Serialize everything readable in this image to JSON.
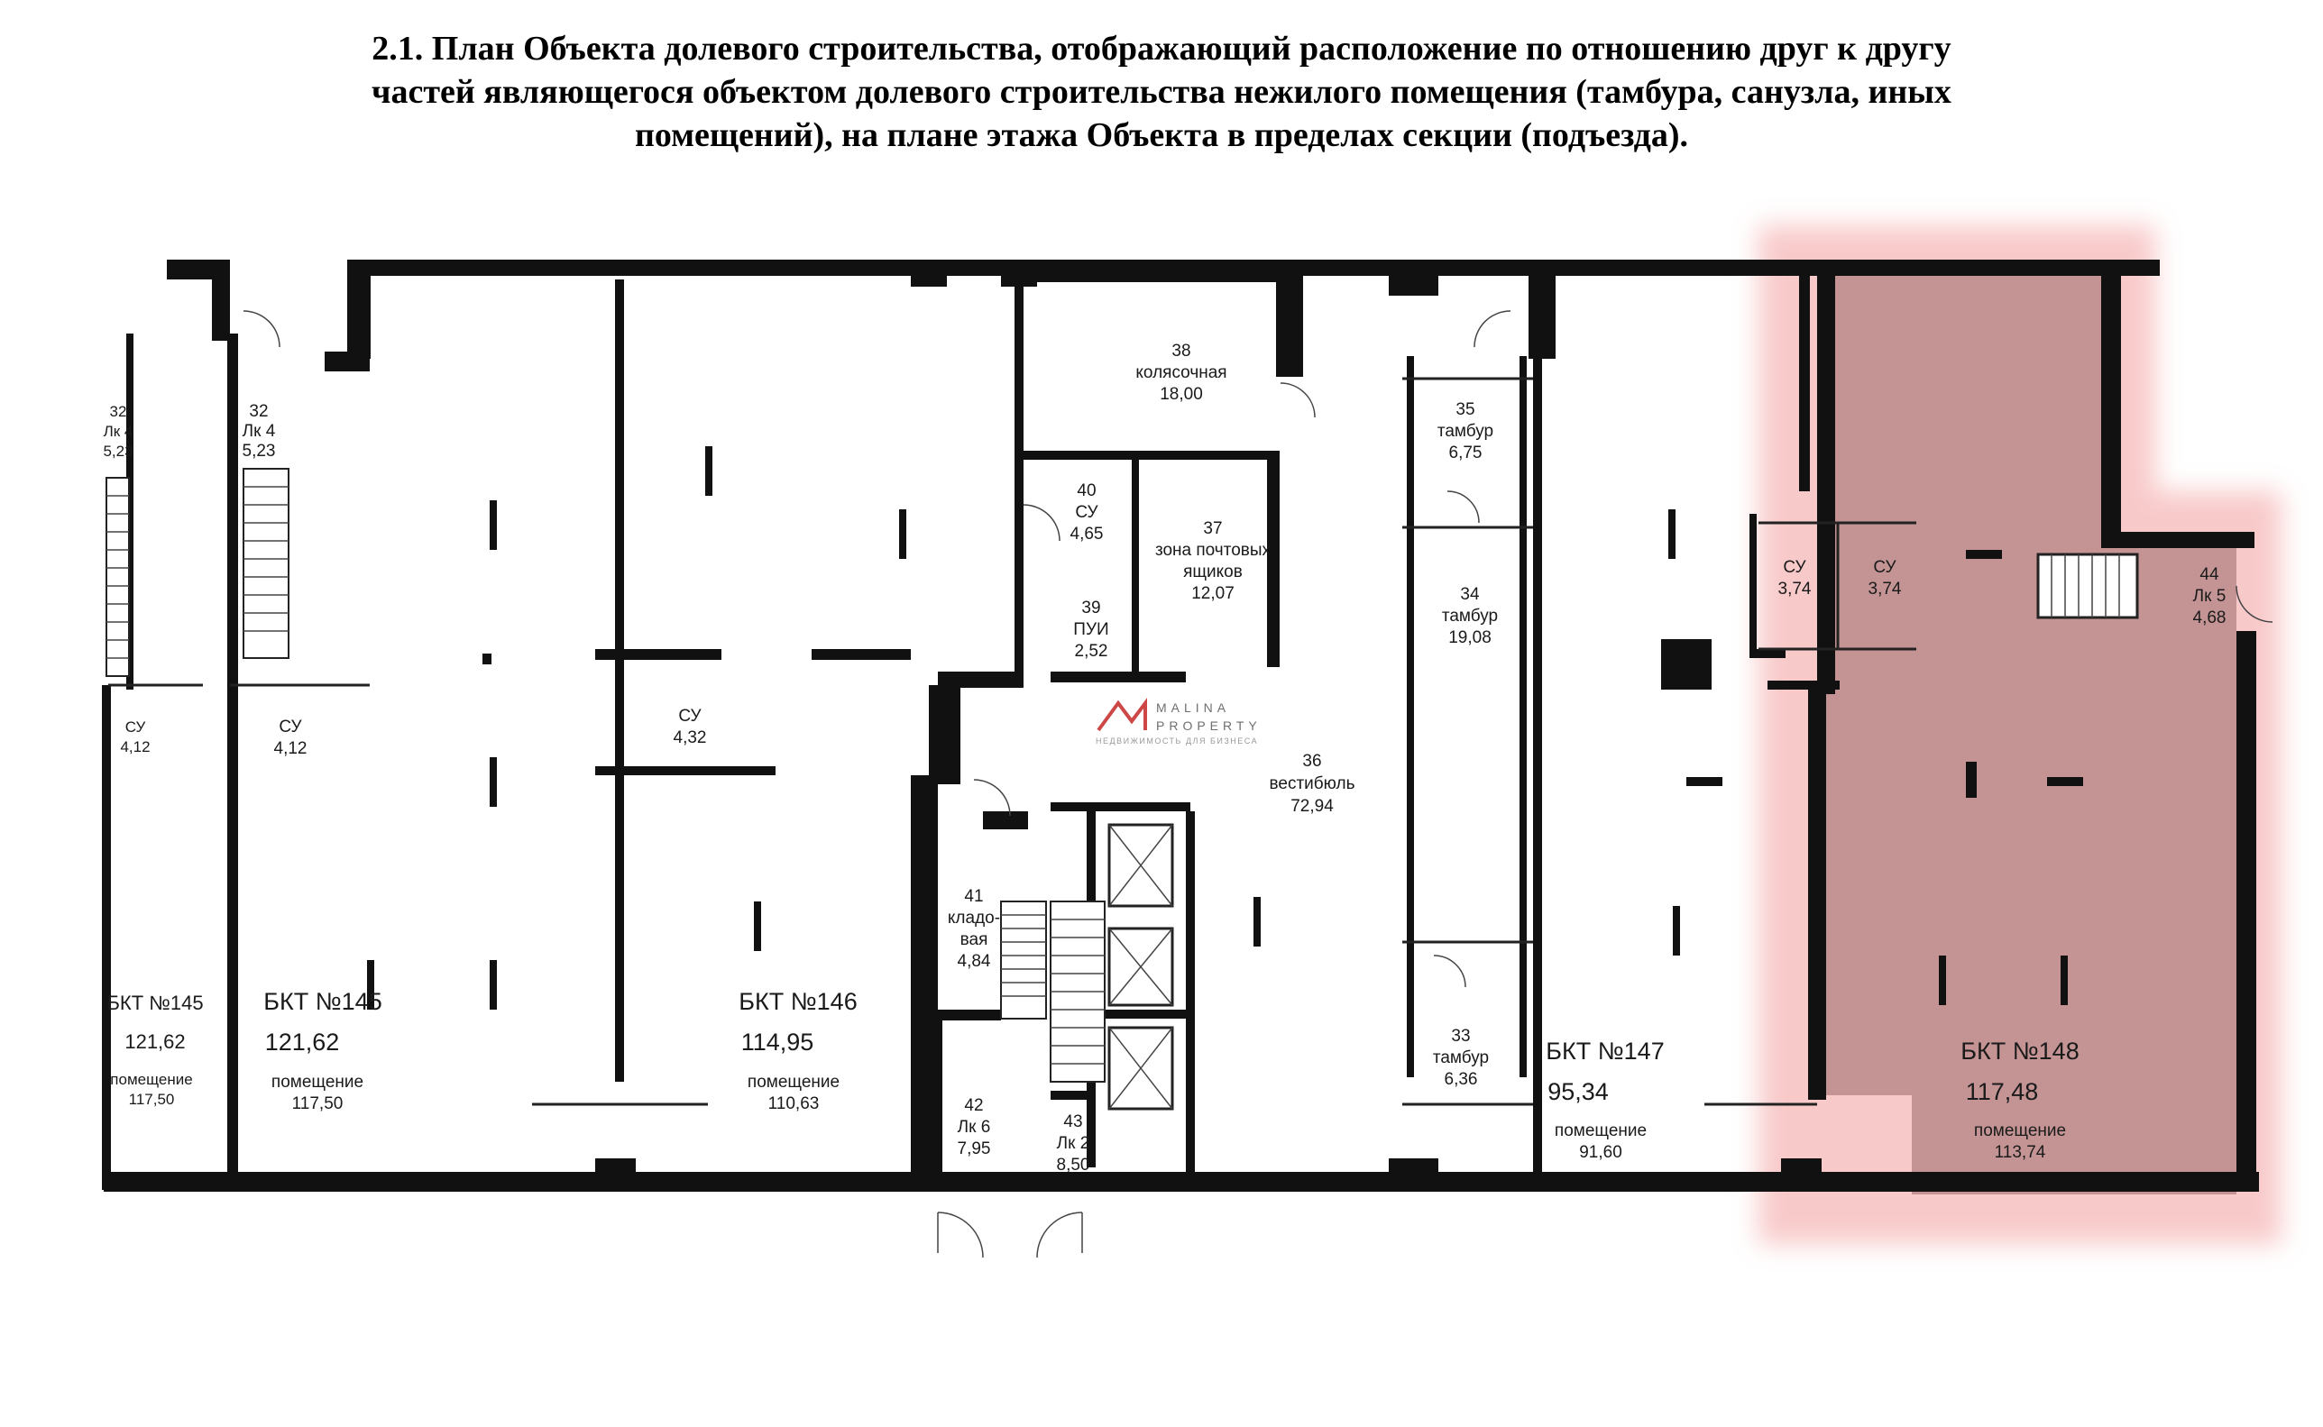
{
  "heading": {
    "line1": "2.1. План Объекта долевого строительства, отображающий расположение по отношению друг к другу",
    "line2": "частей являющегося объектом долевого строительства нежилого помещения (тамбура, санузла, иных",
    "line3": "помещений), на плане этажа Объекта в пределах секции (подъезда)."
  },
  "watermark": {
    "brand_top": "MALINA",
    "brand_bottom": "PROPERTY",
    "tagline": "НЕДВИЖИМОСТЬ ДЛЯ БИЗНЕСА",
    "color": "#c62828"
  },
  "highlight": {
    "color": "#b86b6b",
    "glow": "#f4a7a7"
  },
  "rooms": {
    "r32a": {
      "num": "32",
      "name": "Лк 4",
      "area": "5,23"
    },
    "r32b": {
      "num": "32",
      "name": "Лк 4",
      "area": "5,23"
    },
    "su_a": {
      "name": "СУ",
      "area": "4,12"
    },
    "su_b": {
      "name": "СУ",
      "area": "4,12"
    },
    "su_c": {
      "name": "СУ",
      "area": "4,32"
    },
    "r38": {
      "num": "38",
      "name": "колясочная",
      "area": "18,00"
    },
    "r40": {
      "num": "40",
      "name": "СУ",
      "area": "4,65"
    },
    "r39": {
      "num": "39",
      "name": "ПУИ",
      "area": "2,52"
    },
    "r37": {
      "num": "37",
      "name1": "зона почтовых",
      "name2": "ящиков",
      "area": "12,07"
    },
    "r35": {
      "num": "35",
      "name": "тамбур",
      "area": "6,75"
    },
    "r34": {
      "num": "34",
      "name": "тамбур",
      "area": "19,08"
    },
    "r36": {
      "num": "36",
      "name": "вестибюль",
      "area": "72,94"
    },
    "r41": {
      "num": "41",
      "name1": "кладо-",
      "name2": "вая",
      "area": "4,84"
    },
    "r42": {
      "num": "42",
      "name": "Лк 6",
      "area": "7,95"
    },
    "r43": {
      "num": "43",
      "name": "Лк 2",
      "area": "8,50"
    },
    "r33": {
      "num": "33",
      "name": "тамбур",
      "area": "6,36"
    },
    "su_d": {
      "name": "СУ",
      "area": "3,74"
    },
    "su_e": {
      "name": "СУ",
      "area": "3,74"
    },
    "r44": {
      "num": "44",
      "name": "Лк 5",
      "area": "4,68"
    }
  },
  "units": [
    {
      "title": "БКТ №145",
      "total": "121,62",
      "label": "помещение",
      "area": "117,50"
    },
    {
      "title": "БКТ №145",
      "total": "121,62",
      "label": "помещение",
      "area": "117,50"
    },
    {
      "title": "БКТ №146",
      "total": "114,95",
      "label": "помещение",
      "area": "110,63"
    },
    {
      "title": "БКТ №147",
      "total": "95,34",
      "label": "помещение",
      "area": "91,60"
    },
    {
      "title": "БКТ №148",
      "total": "117,48",
      "label": "помещение",
      "area": "113,74"
    }
  ]
}
